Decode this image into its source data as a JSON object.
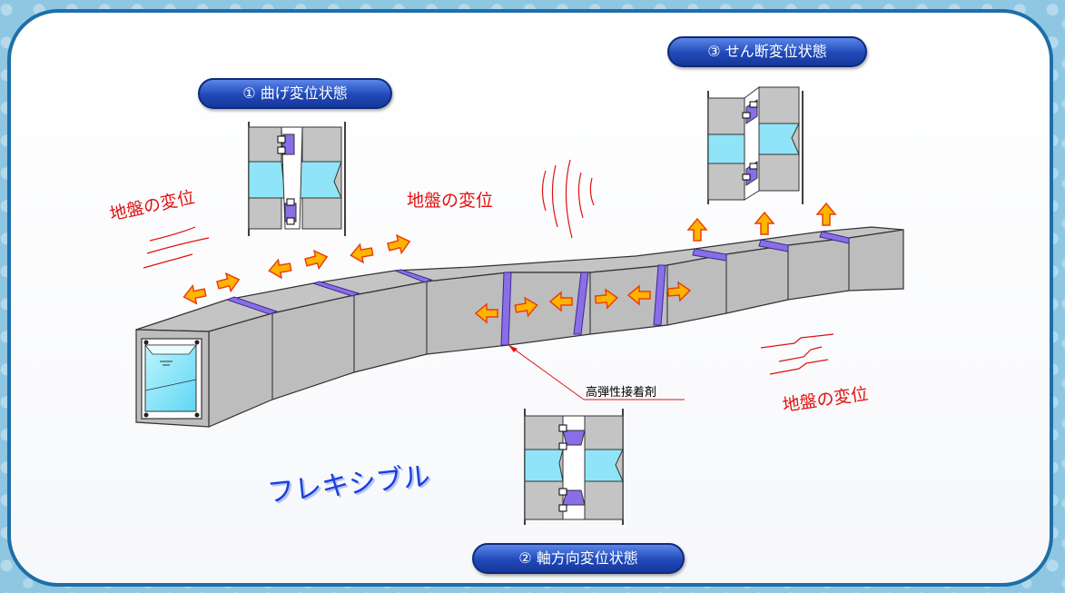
{
  "states": {
    "bending": "① 曲げ変位状態",
    "axial": "② 軸方向変位状態",
    "shear": "③ せん断変位状態"
  },
  "labels": {
    "ground_left": "地盤の変位",
    "ground_center": "地盤の変位",
    "ground_right": "地盤の変位",
    "adhesive": "高弾性接着剤",
    "flexible": "フレキシブル"
  },
  "colors": {
    "frame": "#1e6fa8",
    "pill": "#2049b8",
    "joint": "#8a6ee8",
    "water": "#7fe2f8",
    "concrete": "#c8c8c8",
    "arrow": "#ffb400",
    "red_text": "#e01010",
    "blue_text": "#1840e0"
  }
}
